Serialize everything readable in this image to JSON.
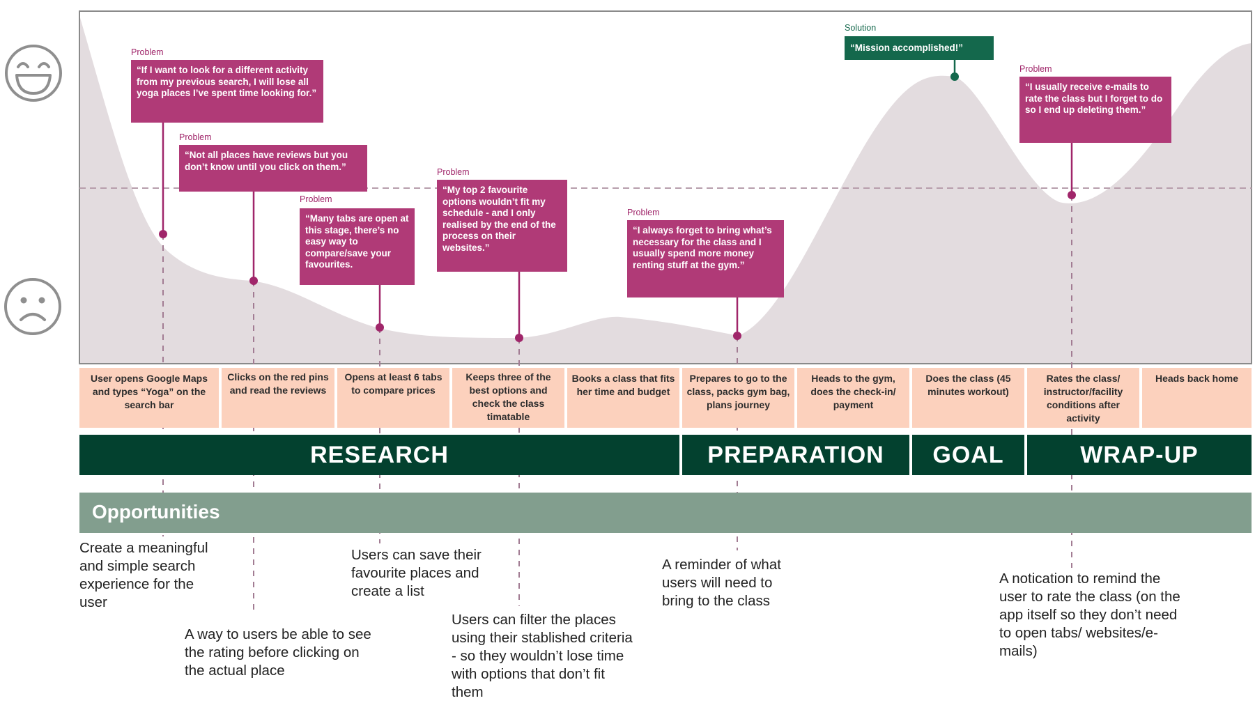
{
  "colors": {
    "problem": "#b03a77",
    "solution": "#14684c",
    "step_bg": "#fcd1bd",
    "stage_bg": "#03412f",
    "opportunities_bg": "#829e8e",
    "curve_fill": "#e3dcdf"
  },
  "faces": {
    "happy_icon": "happy-face-icon",
    "sad_icon": "sad-face-icon"
  },
  "callouts": [
    {
      "label": "Problem",
      "text": "“If I want to look for a different activity from my previous search, I will lose all yoga places I’ve spent time looking for.”"
    },
    {
      "label": "Problem",
      "text": "“Not all places have reviews but you don’t know until you click on them.”"
    },
    {
      "label": "Problem",
      "text": "“Many tabs are open at this stage, there’s no easy way to compare/save your favourites."
    },
    {
      "label": "Problem",
      "text": "“My top 2 favourite options wouldn’t fit my schedule - and I only realised by the end of the process on their websites.”"
    },
    {
      "label": "Problem",
      "text": "“I always forget to bring what’s necessary for the class and I usually spend more money renting stuff at the gym.”"
    },
    {
      "label": "Solution",
      "text": "“Mission accomplished!”"
    },
    {
      "label": "Problem",
      "text": "“I usually receive e-mails to rate the class but I forget to do so I end up deleting them.”"
    }
  ],
  "steps": [
    "User opens Google Maps and types “Yoga” on the search bar",
    "Clicks on the red pins and read the reviews",
    "Opens at least 6 tabs to compare prices",
    "Keeps three of the best options and check the class timatable",
    "Books a class that fits her time and budget",
    "Prepares to go to the class, packs gym bag, plans journey",
    "Heads to the gym, does the check-in/ payment",
    "Does the class (45 minutes workout)",
    "Rates the class/ instructor/facility conditions after activity",
    "Heads back home"
  ],
  "stages": [
    "RESEARCH",
    "PREPARATION",
    "GOAL",
    "WRAP-UP"
  ],
  "opportunities": {
    "title": "Opportunities",
    "items": [
      "Create a meaningful and simple search experience for the user",
      "A way to users be able to see the rating before clicking on the actual place",
      "Users can save their favourite places and create a list",
      "Users can filter the places using their stablished criteria - so they wouldn’t lose time with options that don’t fit them",
      "A reminder of what users will need to bring to the class",
      "A notication to remind the user to rate the class (on the app itself so they don’t need to open tabs/ websites/e-mails)"
    ]
  }
}
